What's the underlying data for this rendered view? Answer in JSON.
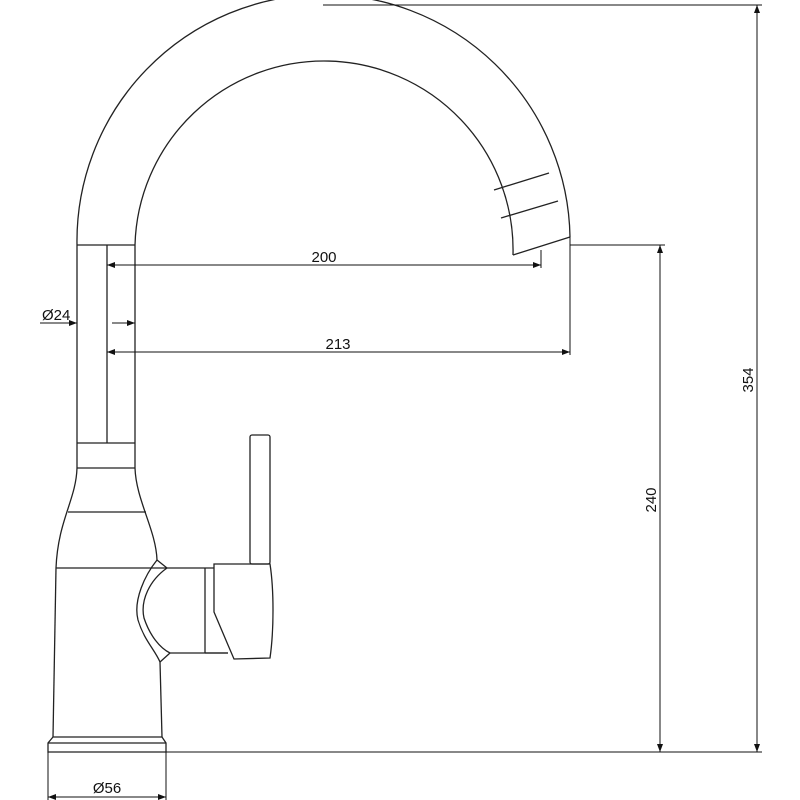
{
  "drawing": {
    "title": "Faucet side view dimension drawing",
    "line_color": "#222222",
    "dimensions": {
      "spout_reach_inner": "200",
      "spout_reach_outer": "213",
      "spout_diameter": "Ø24",
      "base_diameter": "Ø56",
      "outlet_height": "240",
      "total_height": "354"
    }
  }
}
